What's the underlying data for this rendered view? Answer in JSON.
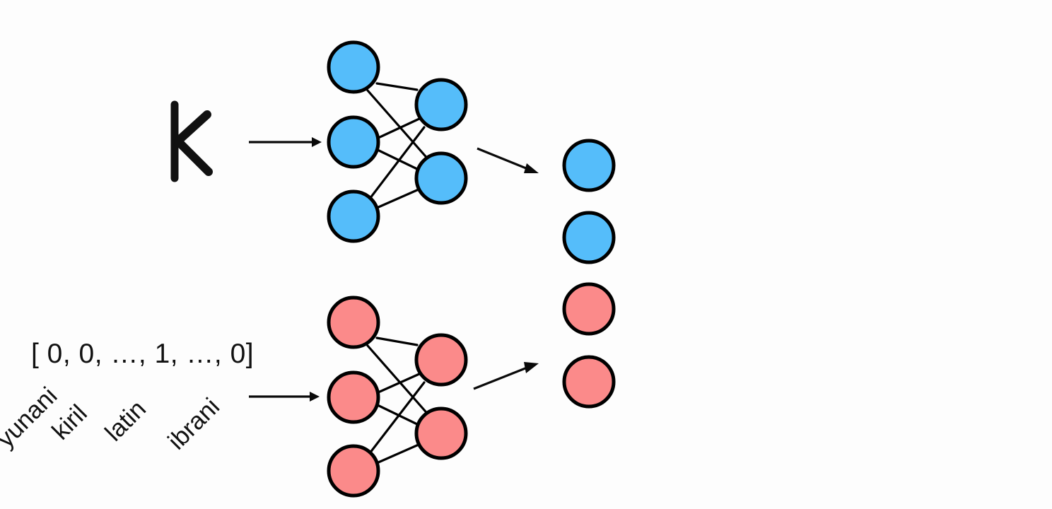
{
  "diagram": {
    "title": "Script classification neural network",
    "background_color": "#fdfdfd",
    "stroke_color": "#000000",
    "input_glyph": {
      "name": "handwritten-letter-k",
      "character": "K"
    },
    "input_vector": {
      "text": "[ 0, 0, …, 1, …, 0]"
    },
    "class_labels": [
      {
        "label": "yunani"
      },
      {
        "label": "kiril"
      },
      {
        "label": "latin"
      },
      {
        "label": "ibrani"
      }
    ],
    "networks": [
      {
        "id": "top-network",
        "color": "#55bdfa",
        "input_layer_count": 3,
        "hidden_layer_count": 2
      },
      {
        "id": "bottom-network",
        "color": "#fb8a8a",
        "input_layer_count": 3,
        "hidden_layer_count": 2
      }
    ],
    "output_column": {
      "nodes": [
        {
          "color": "#55bdfa"
        },
        {
          "color": "#55bdfa"
        },
        {
          "color": "#fb8a8a"
        },
        {
          "color": "#fb8a8a"
        }
      ]
    },
    "arrows": [
      {
        "name": "glyph-to-top-network",
        "direction": "right"
      },
      {
        "name": "vector-to-bottom-network",
        "direction": "right"
      },
      {
        "name": "top-network-to-output",
        "direction": "down-right"
      },
      {
        "name": "bottom-network-to-output",
        "direction": "up-right"
      }
    ],
    "colors": {
      "blue": "#55bdfa",
      "salmon": "#fb8a8a",
      "outline": "#000000",
      "text": "#111111"
    }
  }
}
